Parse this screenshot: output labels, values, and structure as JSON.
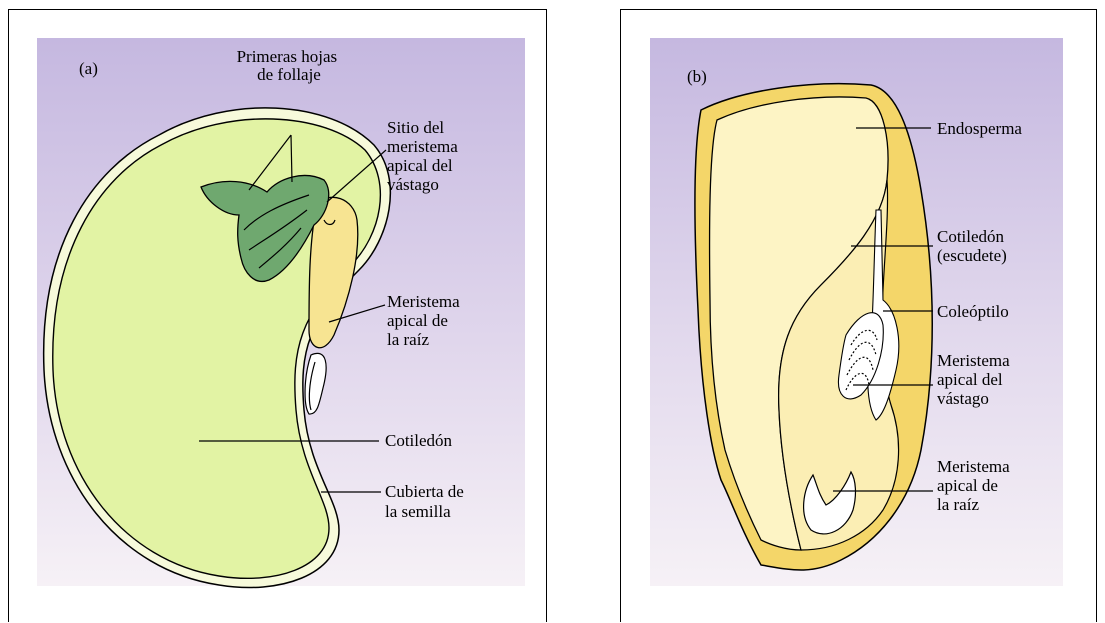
{
  "panel_a": {
    "panel_label": "(a)",
    "labels": {
      "first_leaves": [
        "Primeras hojas",
        "de follaje"
      ],
      "shoot_meristem_site": [
        "Sitio del",
        "meristema",
        "apical del",
        "vástago"
      ],
      "root_meristem": [
        "Meristema",
        "apical de",
        "la raíz"
      ],
      "cotyledon": [
        "Cotiledón"
      ],
      "seed_coat": [
        "Cubierta de",
        "la semilla"
      ]
    }
  },
  "panel_b": {
    "panel_label": "(b)",
    "labels": {
      "endosperm": [
        "Endosperma"
      ],
      "cotyledon_scutellum": [
        "Cotiledón",
        "(escudete)"
      ],
      "coleoptile": [
        "Coleóptilo"
      ],
      "shoot_meristem": [
        "Meristema",
        "apical del",
        "vástago"
      ],
      "root_meristem": [
        "Meristema",
        "apical de",
        "la raíz"
      ]
    }
  },
  "colors": {
    "background_top": "#c9bde3",
    "background_bottom": "#f3eef6",
    "bean_cotyledon": "#e3f4a6",
    "seed_coat_outline": "#f5f9d4",
    "leaf_green": "#6fa86f",
    "embryo_yellow": "#f7e79a",
    "endosperm": "#fdf4c6",
    "corn_coat": "#f5d96b"
  }
}
